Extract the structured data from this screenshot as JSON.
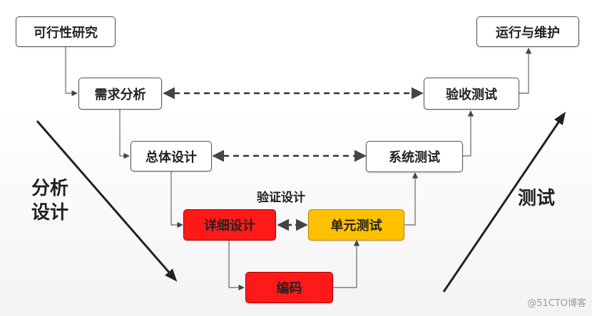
{
  "phases": {
    "feasibility": "可行性研究",
    "requirements": "需求分析",
    "overall_design": "总体设计",
    "detailed_design": "详细设计",
    "coding": "编码",
    "unit_test": "单元测试",
    "system_test": "系统测试",
    "acceptance_test": "验收测试",
    "operation": "运行与维护"
  },
  "labels": {
    "analysis_design_line1": "分析",
    "analysis_design_line2": "设计",
    "testing": "测试",
    "verify_design": "验证设计"
  },
  "watermark": "@51CTO博客",
  "colors": {
    "highlight_red": "#ff1a1a",
    "highlight_yellow": "#ffc000",
    "line": "#555555"
  }
}
